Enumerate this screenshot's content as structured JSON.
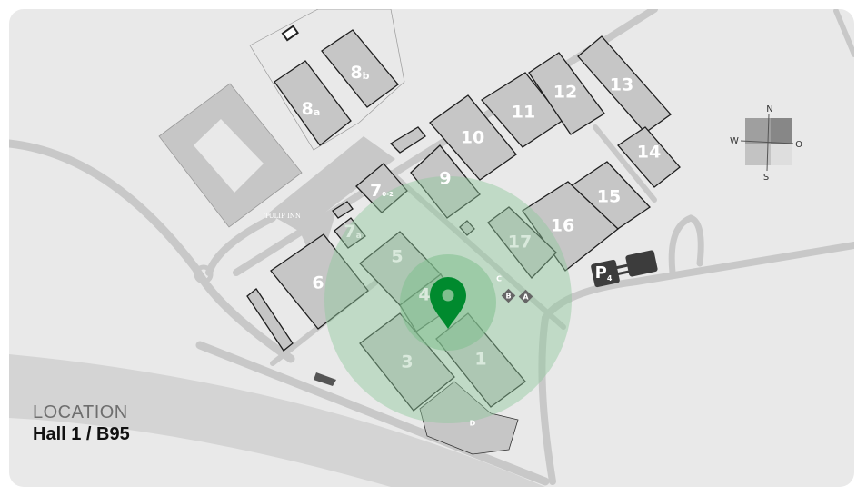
{
  "location": {
    "heading": "LOCATION",
    "value": "Hall 1 / B95"
  },
  "halls": {
    "h1": "1",
    "h3": "3",
    "h4": "4",
    "h5": "5",
    "h6": "6",
    "h7a": "7",
    "h7a_sub": "a",
    "h7": "7",
    "h7_sub": "0-2",
    "h8a": "8",
    "h8a_sub": "a",
    "h8b": "8",
    "h8b_sub": "b",
    "h9": "9",
    "h10": "10",
    "h11": "11",
    "h12": "12",
    "h13": "13",
    "h14": "14",
    "h15": "15",
    "h16": "16",
    "h17": "17"
  },
  "hotel": {
    "name": "TULIP INN"
  },
  "entrances": {
    "a": "A",
    "b": "B",
    "c": "C",
    "d": "D"
  },
  "parking": {
    "label": "P",
    "sub": "4"
  },
  "compass": {
    "n": "N",
    "s": "S",
    "w": "W",
    "e": "O"
  },
  "colors": {
    "pin": "#008a2e",
    "highlight": "#8fc79b"
  }
}
